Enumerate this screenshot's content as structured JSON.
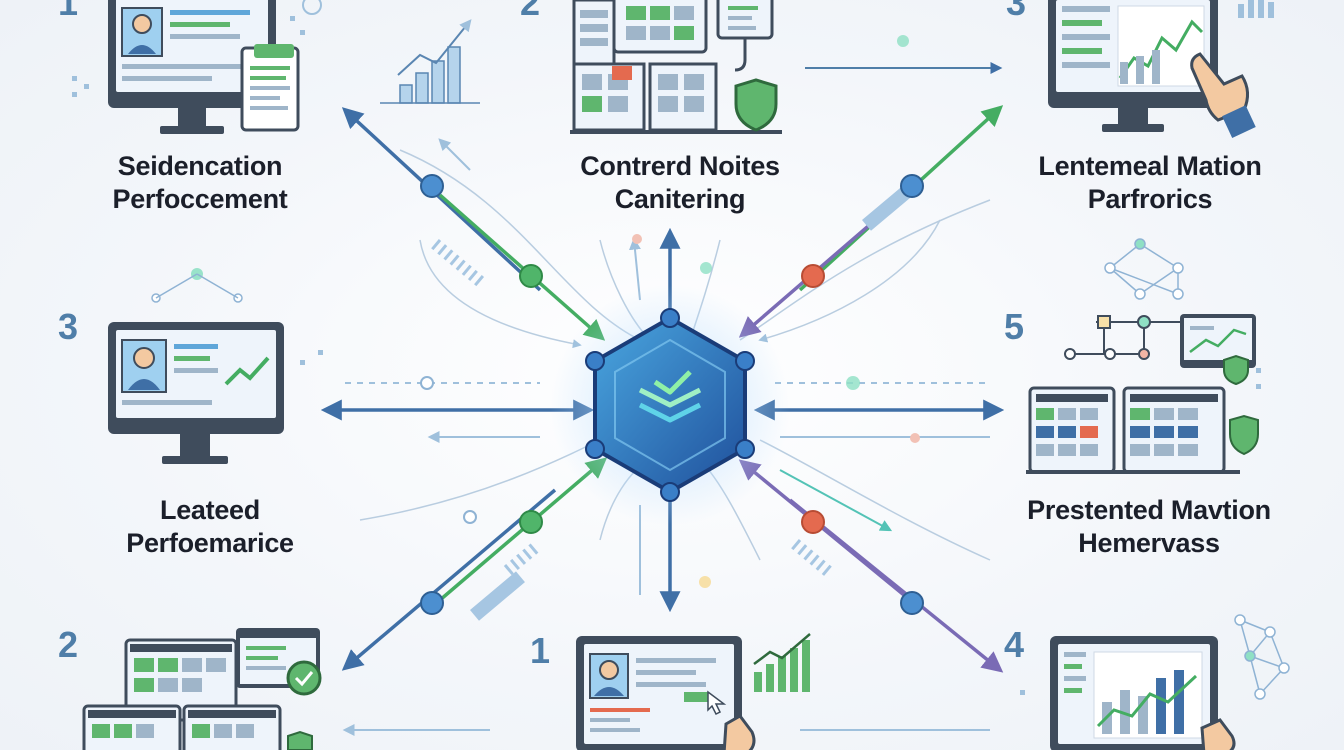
{
  "nodes": [
    {
      "id": "n1",
      "number": "1",
      "line1": "Seidencation",
      "line2": "Perfoccement"
    },
    {
      "id": "n2",
      "number": "2",
      "line1": "Contrerd Noites",
      "line2": "Canitering"
    },
    {
      "id": "n3",
      "number": "3",
      "line1": "Lentemeal Mation",
      "line2": "Parfrorics"
    },
    {
      "id": "n4",
      "number": "3",
      "line1": "Leateed",
      "line2": "Perfoemarice"
    },
    {
      "id": "n5",
      "number": "5",
      "line1": "Prestented Mavtion",
      "line2": "Hemervass"
    },
    {
      "id": "n6",
      "number": "2",
      "line1": "",
      "line2": ""
    },
    {
      "id": "n7",
      "number": "1",
      "line1": "",
      "line2": ""
    },
    {
      "id": "n8",
      "number": "4",
      "line1": "",
      "line2": ""
    }
  ],
  "hub": {
    "icon": "hexagon-hub-icon"
  },
  "colors": {
    "blue": "#3f6fa6",
    "green": "#44ad62",
    "red": "#e46a4f",
    "purple": "#7a6bb5",
    "teal": "#53c3b6",
    "hub_fill": "#2c6fb9",
    "monitor_frame": "#3f4c5c"
  }
}
